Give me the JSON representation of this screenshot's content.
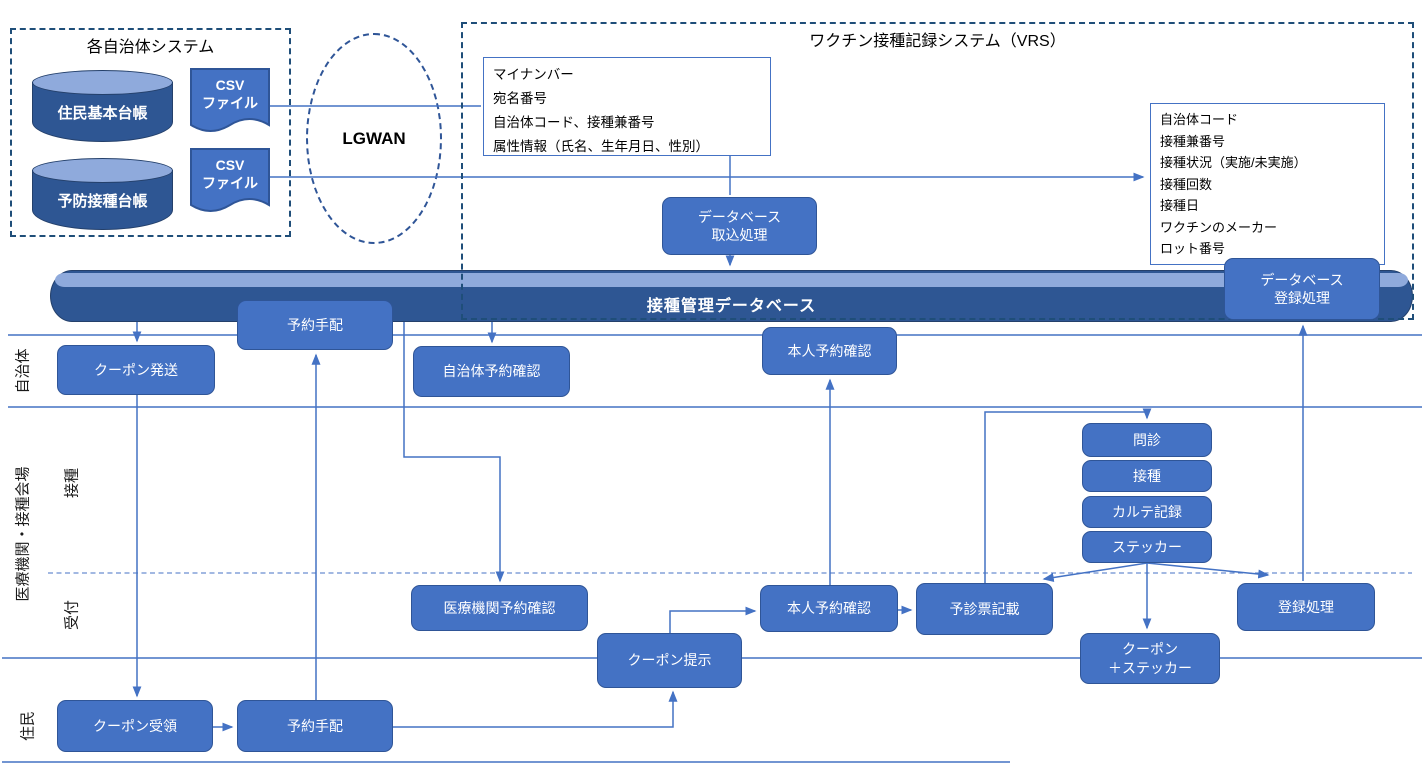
{
  "containers": {
    "municipal_system": {
      "title": "各自治体システム"
    },
    "vrs": {
      "title": "ワクチン接種記録システム（VRS）"
    },
    "lgwan": {
      "label": "LGWAN"
    }
  },
  "datastores": {
    "resident_register": {
      "label": "住民基本台帳"
    },
    "vaccination_register": {
      "label": "予防接種台帳"
    },
    "csv_file_1": {
      "label": "CSV\nファイル"
    },
    "csv_file_2": {
      "label": "CSV\nファイル"
    },
    "main_db": {
      "label": "接種管理データベース"
    }
  },
  "info": {
    "citizen": {
      "lines": [
        "マイナンバー",
        "宛名番号",
        "自治体コード、接種兼番号",
        "属性情報（氏名、生年月日、性別）"
      ]
    },
    "record": {
      "lines": [
        "自治体コード",
        "接種兼番号",
        "接種状況（実施/未実施）",
        "接種回数",
        "接種日",
        "ワクチンのメーカー",
        "ロット番号"
      ]
    }
  },
  "nodes": {
    "db_import": {
      "label": "データベース\n取込処理"
    },
    "db_register": {
      "label": "データベース\n登録処理"
    },
    "reserve_top": {
      "label": "予約手配"
    },
    "coupon_send": {
      "label": "クーポン発送"
    },
    "muni_reserve_check": {
      "label": "自治体予約確認"
    },
    "self_reserve_check_top": {
      "label": "本人予約確認"
    },
    "monshin": {
      "label": "問診"
    },
    "sesshu": {
      "label": "接種"
    },
    "karte": {
      "label": "カルテ記録"
    },
    "sticker": {
      "label": "ステッカー"
    },
    "med_reserve_check": {
      "label": "医療機関予約確認"
    },
    "self_reserve_check": {
      "label": "本人予約確認"
    },
    "yoshinhyo": {
      "label": "予診票記載"
    },
    "touroku": {
      "label": "登録処理"
    },
    "coupon_show": {
      "label": "クーポン提示"
    },
    "coupon_sticker": {
      "label": "クーポン\n＋ステッカー"
    },
    "coupon_receive": {
      "label": "クーポン受領"
    },
    "reserve_bottom": {
      "label": "予約手配"
    }
  },
  "lanes": {
    "municipality": {
      "label": "自治体"
    },
    "medical": {
      "label": "医療機関・接種会場"
    },
    "vaccination": {
      "label": "接種"
    },
    "reception": {
      "label": "受付"
    },
    "resident": {
      "label": "住民"
    }
  },
  "colors": {
    "node_fill": "#4472C4",
    "node_border": "#2F5597",
    "cylinder_body": "#2E5693",
    "cylinder_top": "#8FAADC",
    "line": "#4472C4",
    "dashed_border": "#1F4E79"
  }
}
